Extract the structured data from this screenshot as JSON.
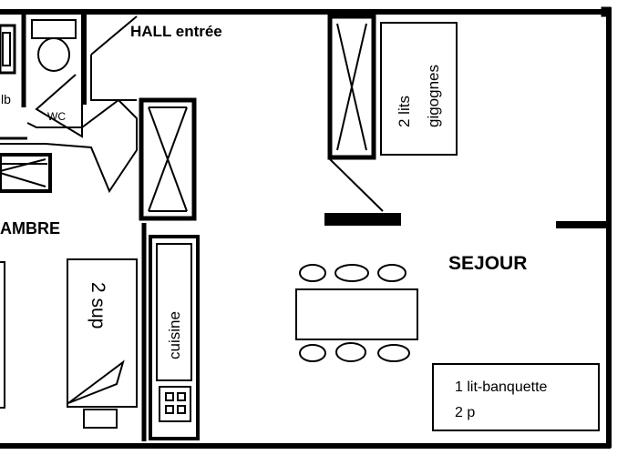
{
  "rooms": {
    "hall": "HALL entrée",
    "sdb": "lb",
    "wc": "WC",
    "chambre": "AMBRE",
    "cuisine": "cuisine",
    "sejour": "SEJOUR"
  },
  "beds": {
    "gigognes_line1": "2 lits",
    "gigognes_line2": "gigognes",
    "sup": "2 sup",
    "banquette_line1": "1 lit-banquette",
    "banquette_line2": "2 p"
  }
}
